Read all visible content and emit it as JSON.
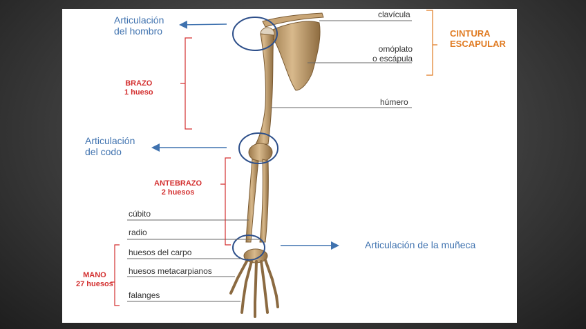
{
  "labels": {
    "shoulder_joint": [
      "Articulación",
      "del hombro"
    ],
    "elbow_joint": [
      "Articulación",
      "del codo"
    ],
    "wrist_joint": "Articulación de la muñeca",
    "arm": [
      "BRAZO",
      "1 hueso"
    ],
    "forearm": [
      "ANTEBRAZO",
      "2 huesos"
    ],
    "hand": [
      "MANO",
      "27 huesos"
    ],
    "shoulder_girdle": [
      "CINTURA",
      "ESCAPULAR"
    ]
  },
  "bones": {
    "clavicle": "clavícula",
    "scapula": [
      "omóplato",
      "o escápula"
    ],
    "humerus": "húmero",
    "ulna": "cúbito",
    "radius": "radio",
    "carpals": "huesos del carpo",
    "metacarpals": "huesos metacarpianos",
    "phalanges": "falanges"
  },
  "colors": {
    "bone": "#c9a677",
    "bone_dark": "#8b6a41",
    "joint_circle": "#2d4f8a",
    "arrow_blue": "#3f72af",
    "bracket_red": "#d32f2f",
    "bracket_orange": "#e07b22",
    "leader_line": "#666666"
  }
}
